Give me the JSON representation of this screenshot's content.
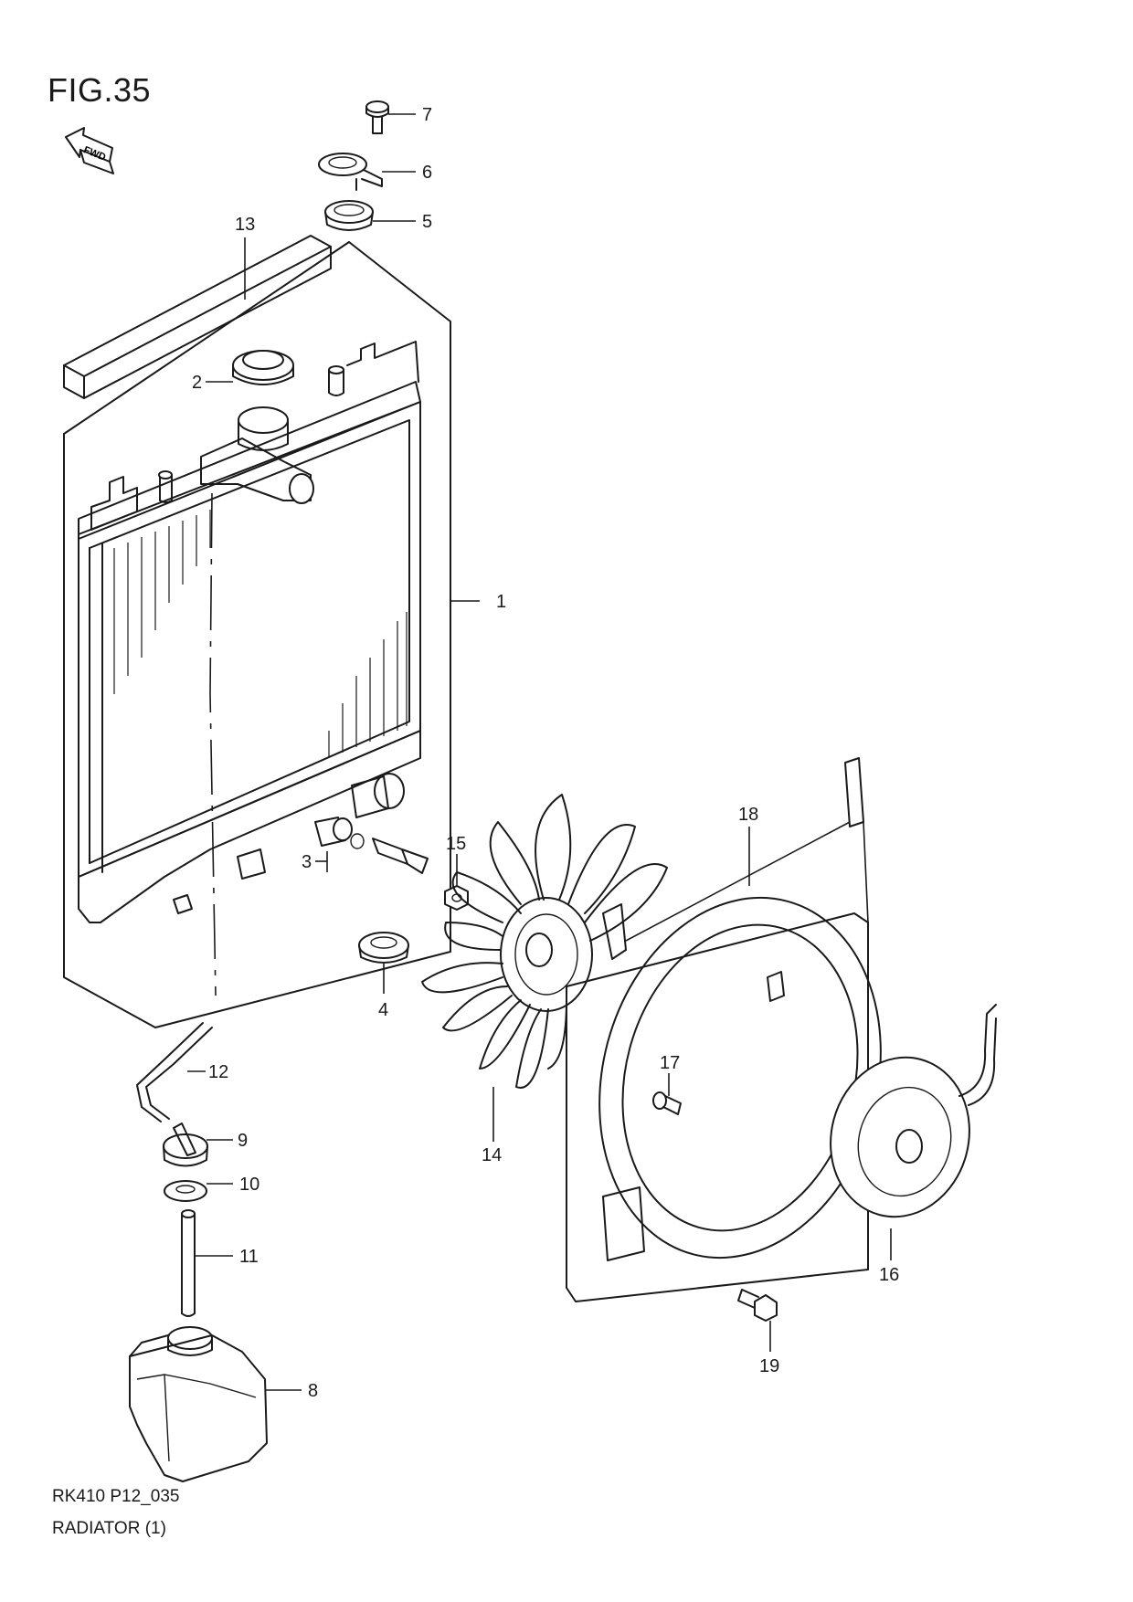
{
  "figure_title": "FIG.35",
  "model_code": "RK410 P12_035",
  "diagram_caption": "RADIATOR (1)",
  "fwd_label": "FWD",
  "icons": {
    "direction_arrow": "fwd-arrow-icon"
  },
  "callouts": {
    "c1": "1",
    "c2": "2",
    "c3": "3",
    "c4": "4",
    "c5": "5",
    "c6": "6",
    "c7": "7",
    "c8": "8",
    "c9": "9",
    "c10": "10",
    "c11": "11",
    "c12": "12",
    "c13": "13",
    "c14": "14",
    "c15": "15",
    "c16": "16",
    "c17": "17",
    "c18": "18",
    "c19": "19"
  }
}
